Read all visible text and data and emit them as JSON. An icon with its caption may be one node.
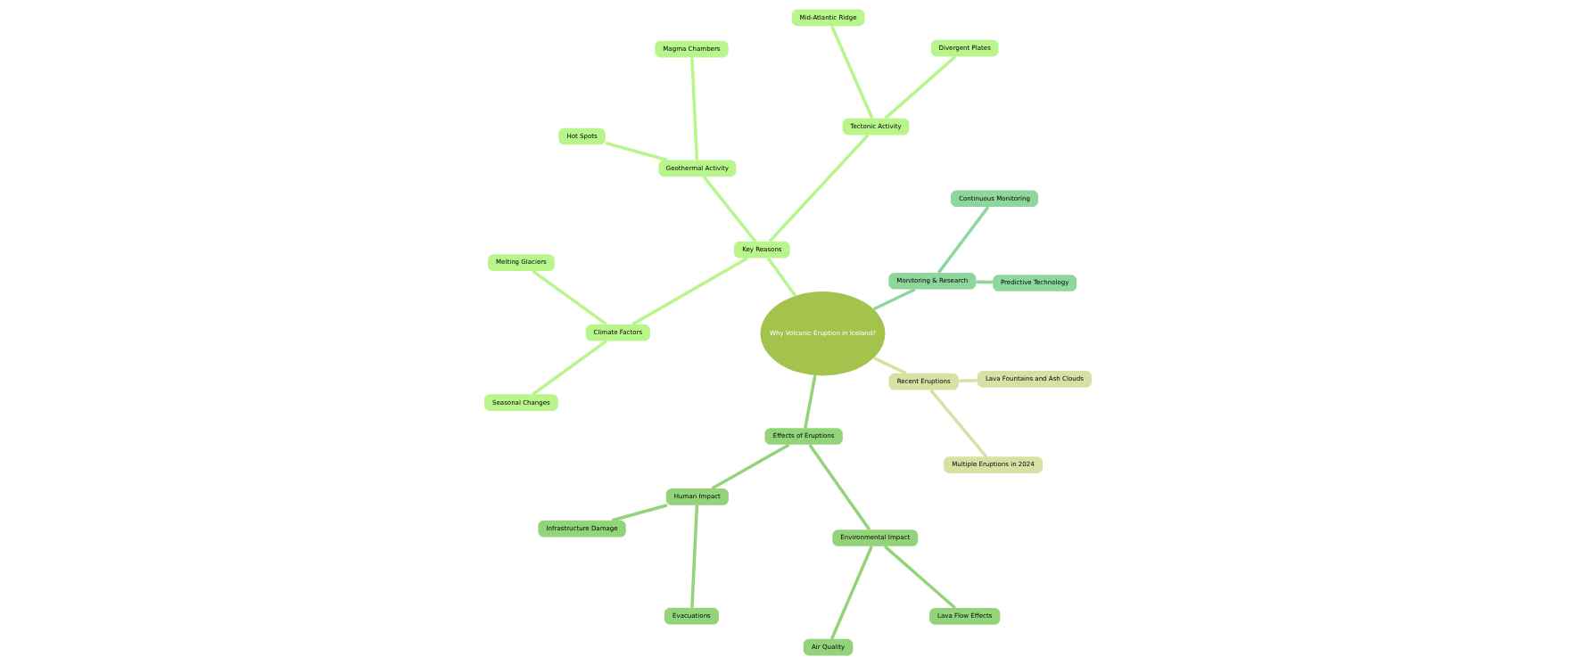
{
  "diagram": {
    "nodes": [
      {
        "text": [
          "Why Volcanic Eruption in Iceland?"
        ]
      },
      {
        "text": [
          "Monitoring & Research"
        ]
      },
      {
        "text": [
          "Predictive Technology"
        ]
      },
      {
        "text": [
          "Continuous Monitoring"
        ]
      },
      {
        "text": [
          "Key Reasons"
        ]
      },
      {
        "text": [
          "Tectonic Activity"
        ]
      },
      {
        "text": [
          "Divergent Plates"
        ]
      },
      {
        "text": [
          "Mid-Atlantic Ridge"
        ]
      },
      {
        "text": [
          "Geothermal Activity"
        ]
      },
      {
        "text": [
          "Magma Chambers"
        ]
      },
      {
        "text": [
          "Hot Spots"
        ]
      },
      {
        "text": [
          "Climate Factors"
        ]
      },
      {
        "text": [
          "Melting Glaciers"
        ]
      },
      {
        "text": [
          "Seasonal Changes"
        ]
      },
      {
        "text": [
          "Effects of Eruptions"
        ]
      },
      {
        "text": [
          "Human Impact"
        ]
      },
      {
        "text": [
          "Infrastructure Damage"
        ]
      },
      {
        "text": [
          "Evacuations"
        ]
      },
      {
        "text": [
          "Environmental Impact"
        ]
      },
      {
        "text": [
          "Air Quality"
        ]
      },
      {
        "text": [
          "Lava Flow Effects"
        ]
      },
      {
        "text": [
          "Recent Eruptions"
        ]
      },
      {
        "text": [
          "Multiple Eruptions in 2024"
        ]
      },
      {
        "text": [
          "Lava Fountains and Ash Clouds"
        ]
      }
    ],
    "edges": [
      {
        "from": 0,
        "to": 1,
        "arrow": "none",
        "color": "#8ed69c"
      },
      {
        "from": 1,
        "to": 2,
        "arrow": "none",
        "color": "#8ed69c"
      },
      {
        "from": 1,
        "to": 3,
        "arrow": "none",
        "color": "#8ed69c"
      },
      {
        "from": 0,
        "to": 4,
        "arrow": "none",
        "color": "#b8f58a"
      },
      {
        "from": 4,
        "to": 5,
        "arrow": "none",
        "color": "#b8f58a"
      },
      {
        "from": 5,
        "to": 6,
        "arrow": "none",
        "color": "#b8f58a"
      },
      {
        "from": 5,
        "to": 7,
        "arrow": "none",
        "color": "#b8f58a"
      },
      {
        "from": 4,
        "to": 8,
        "arrow": "none",
        "color": "#b8f58a"
      },
      {
        "from": 8,
        "to": 9,
        "arrow": "none",
        "color": "#b8f58a"
      },
      {
        "from": 8,
        "to": 10,
        "arrow": "none",
        "color": "#b8f58a"
      },
      {
        "from": 4,
        "to": 11,
        "arrow": "none",
        "color": "#b8f58a"
      },
      {
        "from": 11,
        "to": 12,
        "arrow": "none",
        "color": "#b8f58a"
      },
      {
        "from": 11,
        "to": 13,
        "arrow": "none",
        "color": "#b8f58a"
      },
      {
        "from": 0,
        "to": 14,
        "arrow": "none",
        "color": "#93d47a"
      },
      {
        "from": 14,
        "to": 15,
        "arrow": "none",
        "color": "#93d47a"
      },
      {
        "from": 15,
        "to": 16,
        "arrow": "none",
        "color": "#93d47a"
      },
      {
        "from": 15,
        "to": 17,
        "arrow": "none",
        "color": "#93d47a"
      },
      {
        "from": 14,
        "to": 18,
        "arrow": "none",
        "color": "#93d47a"
      },
      {
        "from": 18,
        "to": 19,
        "arrow": "none",
        "color": "#93d47a"
      },
      {
        "from": 18,
        "to": 20,
        "arrow": "none",
        "color": "#93d47a"
      },
      {
        "from": 0,
        "to": 21,
        "arrow": "none",
        "color": "#d6e2a4"
      },
      {
        "from": 21,
        "to": 22,
        "arrow": "none",
        "color": "#d6e2a4"
      },
      {
        "from": 21,
        "to": 23,
        "arrow": "none",
        "color": "#d6e2a4"
      }
    ]
  }
}
